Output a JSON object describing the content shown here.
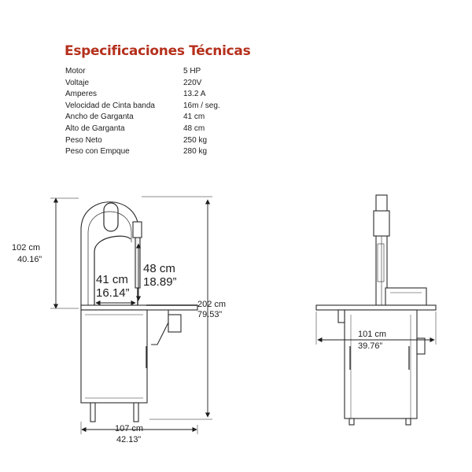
{
  "spec_title": "Especificaciones Técnicas",
  "specs": [
    {
      "label": "Motor",
      "value": "5 HP"
    },
    {
      "label": "Voltaje",
      "value": "220V"
    },
    {
      "label": "Amperes",
      "value": "13.2 A"
    },
    {
      "label": "Velocidad de Cinta banda",
      "value": "16m / seg."
    },
    {
      "label": "Ancho de Garganta",
      "value": "41 cm"
    },
    {
      "label": "Alto de Garganta",
      "value": "48 cm"
    },
    {
      "label": "Peso Neto",
      "value": "250 kg"
    },
    {
      "label": "Peso con Empque",
      "value": "280 kg"
    }
  ],
  "dimensions": {
    "height": {
      "cm": "102 cm",
      "in": "40.16”"
    },
    "throat_height": {
      "cm": "48 cm",
      "in": "18.89”"
    },
    "throat_width": {
      "cm": "41 cm",
      "in": "16.14”"
    },
    "total_height": {
      "cm": "202 cm",
      "in": "79.53”"
    },
    "length": {
      "cm": "107 cm",
      "in": "42.13”"
    },
    "width": {
      "cm": "101 cm",
      "in": "39.76”"
    }
  },
  "colors": {
    "title": "#b5301c",
    "drawing": "#2a2a2a"
  }
}
